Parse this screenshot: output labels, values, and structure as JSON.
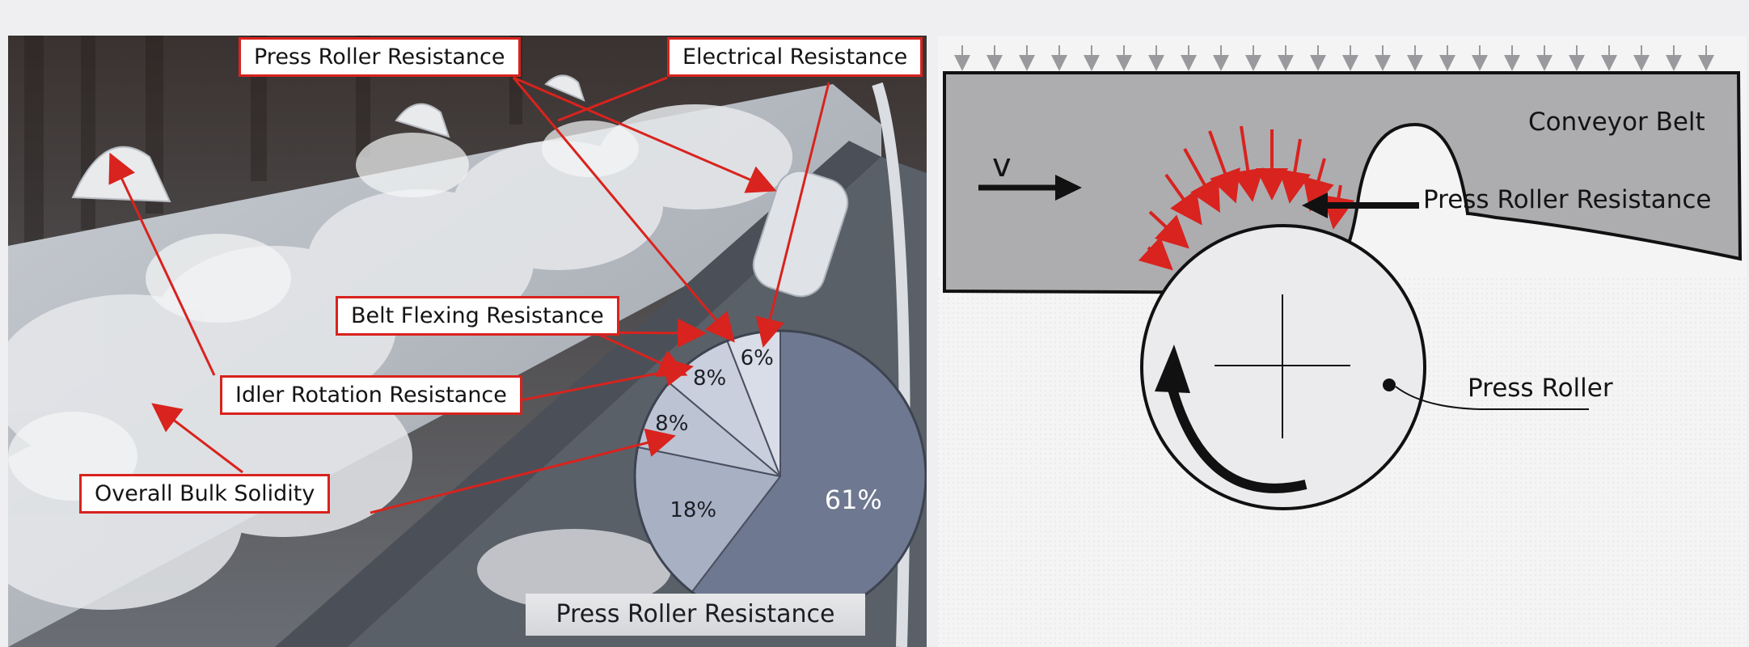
{
  "callouts": {
    "press_roller": "Press Roller Resistance",
    "electrical": "Electrical Resistance",
    "belt_flexing": "Belt Flexing Resistance",
    "idler_rotation": "Idler Rotation Resistance",
    "overall_bulk": "Overall Bulk Solidity"
  },
  "pie": {
    "slices": [
      {
        "label": "61%",
        "value": 61,
        "color": "#6e7890"
      },
      {
        "label": "18%",
        "value": 18,
        "color": "#a8b0c3"
      },
      {
        "label": "8%",
        "value": 8,
        "color": "#bcc3d3"
      },
      {
        "label": "8%",
        "value": 8,
        "color": "#c9cfdc"
      },
      {
        "label": "6%",
        "value": 6,
        "color": "#d9dde7"
      }
    ],
    "bottom_label": "Press Roller Resistance"
  },
  "diagram": {
    "conveyor_belt": "Conveyor Belt",
    "velocity": "v",
    "press_roller_resistance": "Press Roller Resistance",
    "press_roller": "Press Roller",
    "arrow_color": "#d8231e"
  }
}
